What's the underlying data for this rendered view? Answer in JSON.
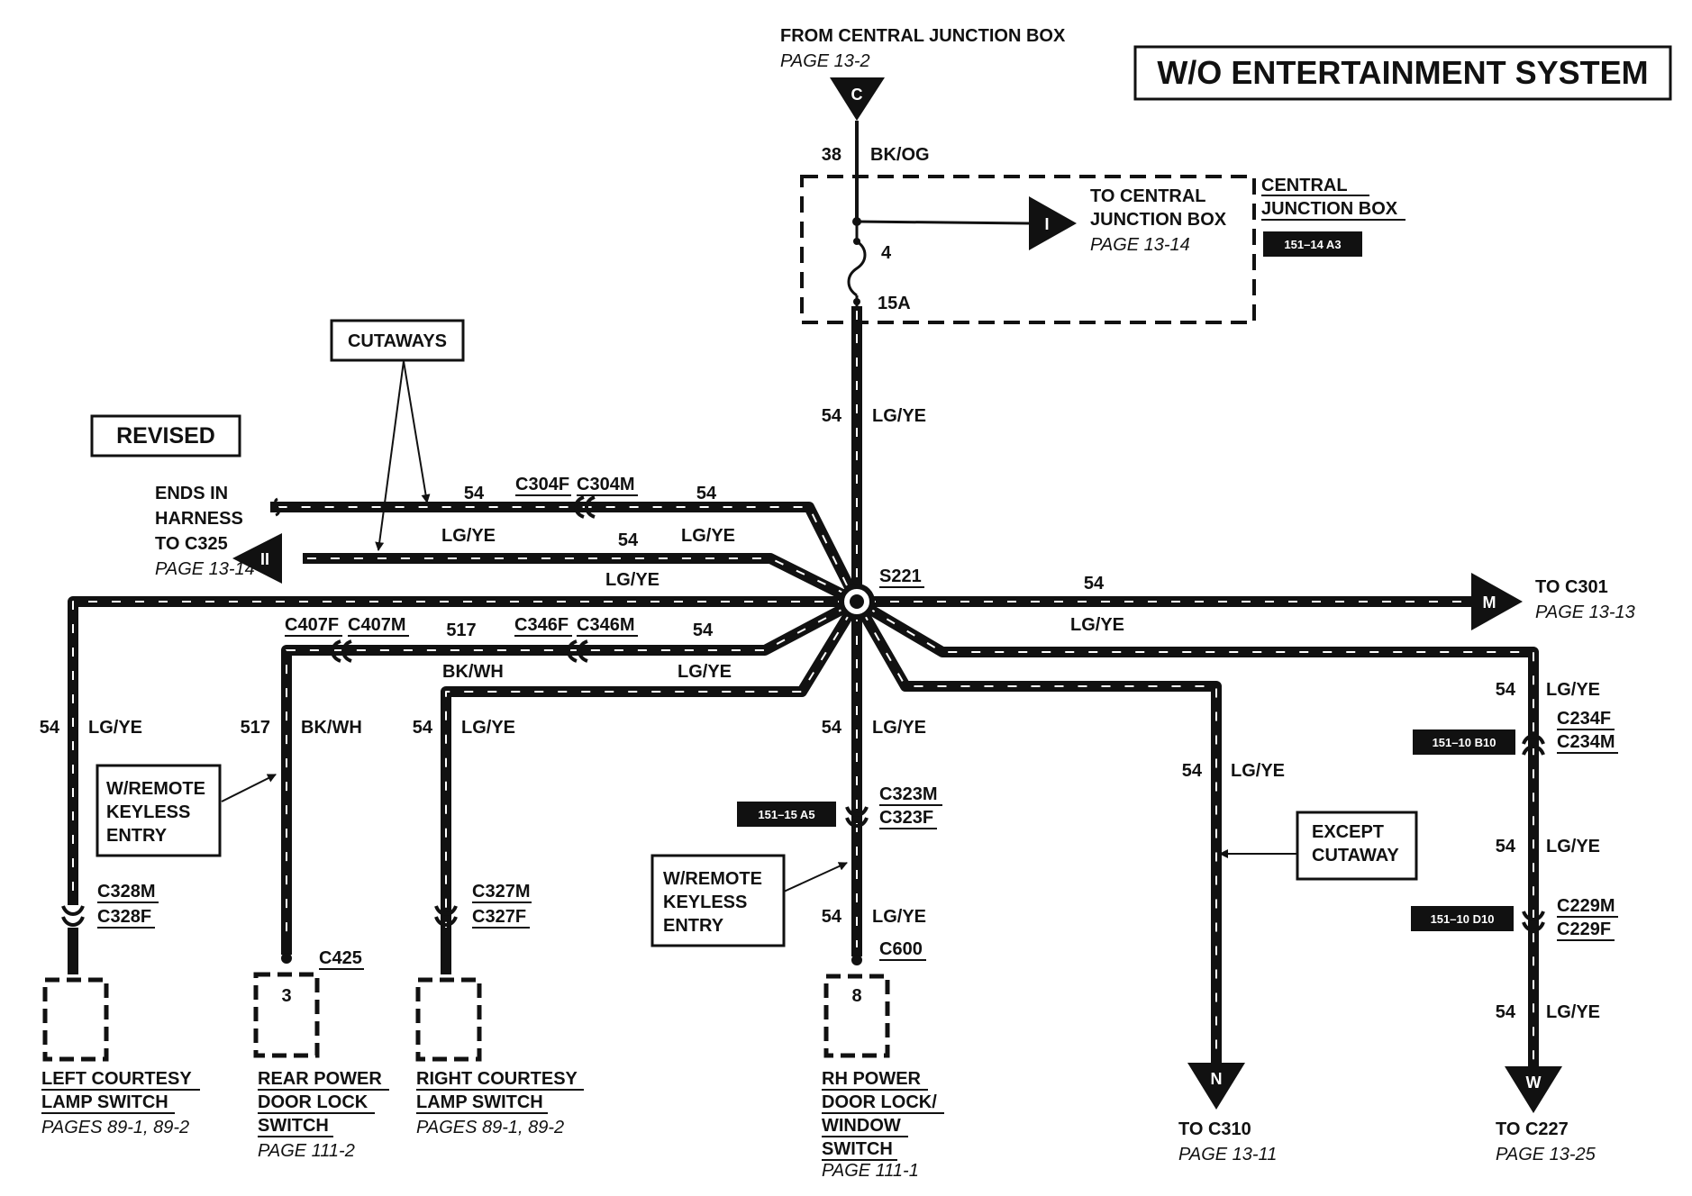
{
  "title": "W/O ENTERTAINMENT SYSTEM",
  "revised": "REVISED",
  "cutaways": "CUTAWAYS",
  "source": {
    "line1": "FROM CENTRAL JUNCTION BOX",
    "page": "PAGE 13-2",
    "connector": "C",
    "circuit": "38",
    "color": "BK/OG"
  },
  "cjb": {
    "label1": "CENTRAL",
    "label2": "JUNCTION BOX",
    "loc": "151–14 A3",
    "fuse_no": "4",
    "fuse_rating": "15A",
    "to1": "TO CENTRAL",
    "to2": "JUNCTION BOX",
    "to_page": "PAGE 13-14",
    "to_conn": "I"
  },
  "main": {
    "circuit": "54",
    "color": "LG/YE"
  },
  "splice": "S221",
  "to_c301": {
    "circuit": "54",
    "color": "LG/YE",
    "conn": "M",
    "label": "TO C301",
    "page": "PAGE 13-13"
  },
  "top_wires": {
    "w1_left_circuit": "54",
    "w1_left_color": "LG/YE",
    "c304f": "C304F",
    "c304m": "C304M",
    "w1_right_circuit": "54",
    "w1_right_color": "LG/YE",
    "ends1": "ENDS IN",
    "ends2": "HARNESS",
    "ends3": "TO C325",
    "ends_page": "PAGE 13-14",
    "w2_circuit": "54",
    "w2_color": "LG/YE",
    "w2_conn": "II"
  },
  "middle_wires": {
    "c407f": "C407F",
    "c407m": "C407M",
    "c346f": "C346F",
    "c346m": "C346M",
    "w517_circuit": "517",
    "w517_color": "BK/WH",
    "w54_circuit": "54",
    "w54_color": "LG/YE"
  },
  "left_courtesy": {
    "circuit": "54",
    "color": "LG/YE",
    "c_m": "C328M",
    "c_f": "C328F",
    "l1": "LEFT COURTESY",
    "l2": "LAMP SWITCH",
    "page": "PAGES 89-1, 89-2"
  },
  "rear_door": {
    "circuit": "517",
    "color": "BK/WH",
    "connector": "C425",
    "pin": "3",
    "l1": "REAR POWER",
    "l2": "DOOR LOCK",
    "l3": "SWITCH",
    "page": "PAGE 111-2"
  },
  "right_courtesy": {
    "circuit": "54",
    "color": "LG/YE",
    "c_m": "C327M",
    "c_f": "C327F",
    "l1": "RIGHT COURTESY",
    "l2": "LAMP SWITCH",
    "page": "PAGES 89-1, 89-2"
  },
  "rke1": {
    "l1": "W/REMOTE",
    "l2": "KEYLESS",
    "l3": "ENTRY"
  },
  "rke2": {
    "l1": "W/REMOTE",
    "l2": "KEYLESS",
    "l3": "ENTRY"
  },
  "rh_door": {
    "circuit1": "54",
    "color1": "LG/YE",
    "loc": "151–15 A5",
    "c_m": "C323M",
    "c_f": "C323F",
    "circuit2": "54",
    "color2": "LG/YE",
    "connector": "C600",
    "pin": "8",
    "l1": "RH POWER",
    "l2": "DOOR LOCK/",
    "l3": "WINDOW",
    "l4": "SWITCH",
    "page": "PAGE 111-1"
  },
  "to_c310": {
    "circuit": "54",
    "color": "LG/YE",
    "conn": "N",
    "label": "TO C310",
    "page": "PAGE 13-11",
    "except1": "EXCEPT",
    "except2": "CUTAWAY"
  },
  "to_c227": {
    "circuit1": "54",
    "color1": "LG/YE",
    "loc1": "151–10 B10",
    "c234f": "C234F",
    "c234m": "C234M",
    "circuit2": "54",
    "color2": "LG/YE",
    "loc2": "151–10 D10",
    "c229m": "C229M",
    "c229f": "C229F",
    "circuit3": "54",
    "color3": "LG/YE",
    "conn": "W",
    "label": "TO C227",
    "page": "PAGE 13-25"
  }
}
